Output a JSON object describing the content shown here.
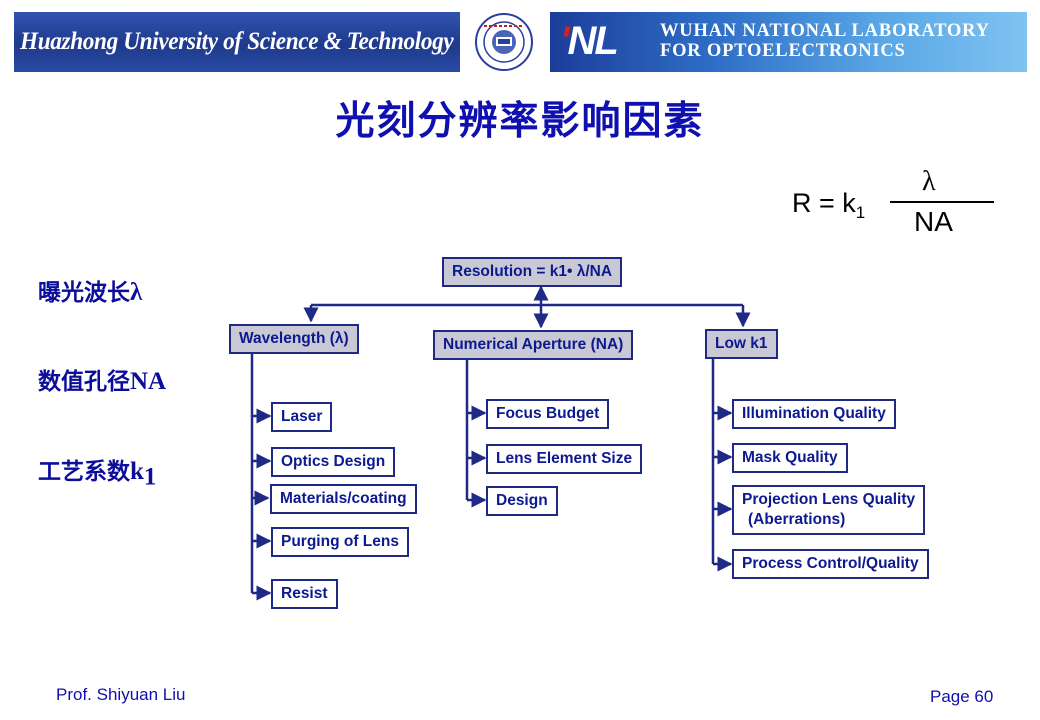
{
  "header": {
    "university": "Huazhong University of Science & Technology",
    "lab_logo": "NL",
    "lab_name_line1": "WUHAN NATIONAL LABORATORY",
    "lab_name_line2": "FOR OPTOELECTRONICS",
    "seal_icon": "university-seal-icon"
  },
  "title": "光刻分辨率影响因素",
  "formula": {
    "lhs": "R = k",
    "subscript": "1",
    "numerator": "λ",
    "denominator": "NA"
  },
  "side_labels": {
    "wavelength": "曝光波长",
    "wavelength_symbol": "λ",
    "na": "数值孔径",
    "na_symbol": "NA",
    "k1": "工艺系数",
    "k1_symbol": "k",
    "k1_sub": "1"
  },
  "diagram": {
    "root": "Resolution = k1• λ/NA",
    "wavelength": {
      "label": "Wavelength (λ)",
      "children": [
        "Laser",
        "Optics Design",
        "Materials/coating",
        "Purging of Lens",
        "Resist"
      ]
    },
    "na": {
      "label": "Numerical Aperture (NA)",
      "children": [
        "Focus Budget",
        "Lens Element Size",
        "Design"
      ]
    },
    "k1": {
      "label": "Low k1",
      "children": [
        "Illumination Quality",
        "Mask Quality",
        "Projection Lens Quality",
        "(Aberrations)",
        "Process Control/Quality"
      ]
    }
  },
  "footer": {
    "author": "Prof. Shiyuan  Liu",
    "page": "Page 60"
  },
  "colors": {
    "title": "#1010b0",
    "node_border": "#1f2a86",
    "node_text": "#0d1a8f",
    "node_gray": "#c8c9d4",
    "banner_blue": "#1e3a8c"
  }
}
